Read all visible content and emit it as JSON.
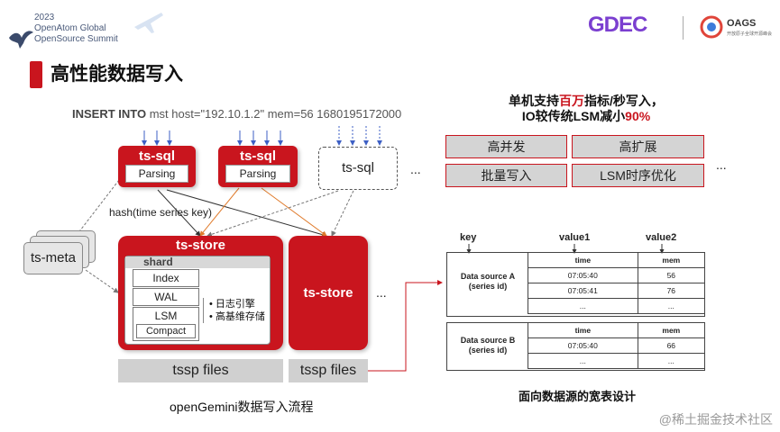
{
  "header": {
    "event_line1": "2023",
    "event_line2": "OpenAtom Global",
    "event_line3": "OpenSource Summit",
    "gdec_logo": "GDEC",
    "oags_logo": "OAGS",
    "oags_sub": "开放原子全球开源峰会"
  },
  "slide": {
    "title": "高性能数据写入",
    "insert_keyword": "INSERT INTO",
    "insert_rest": " mst host=\"192.10.1.2\" mem=56 1680195172000",
    "ts_sql_1": "ts-sql",
    "ts_sql_2": "ts-sql",
    "ts_sql_3": "ts-sql",
    "parsing": "Parsing",
    "ellipsis": "...",
    "hash_label": "hash(time series key)",
    "ts_meta": "ts-meta",
    "ts_store_main": "ts-store",
    "shard_label": "shard",
    "index": "Index",
    "wal": "WAL",
    "lsm": "LSM",
    "compact": "Compact",
    "bullet1": "• 日志引擎",
    "bullet2": "• 高基维存储",
    "ts_store_2": "ts-store",
    "tssp_files": "tssp files",
    "flow_caption": "openGemini数据写入流程"
  },
  "features": {
    "headline_pre": "单机支持",
    "headline_hl": "百万",
    "headline_post": "指标/秒写入，",
    "headline2_pre": "IO较传统LSM减小",
    "headline2_hl": "90%",
    "items": [
      "高并发",
      "高扩展",
      "批量写入",
      "LSM时序优化"
    ],
    "ellipsis": "..."
  },
  "table": {
    "key": "key",
    "value1": "value1",
    "value2": "value2",
    "source_a": "Data source A",
    "source_a_sub": "(series id)",
    "source_b": "Data source B",
    "source_b_sub": "(series id)",
    "col_time": "time",
    "col_mem": "mem",
    "a_rows": [
      [
        "07:05:40",
        "56"
      ],
      [
        "07:05:41",
        "76"
      ],
      [
        "...",
        "..."
      ]
    ],
    "b_rows": [
      [
        "07:05:40",
        "66"
      ],
      [
        "...",
        "..."
      ]
    ],
    "caption": "面向数据源的宽表设计"
  },
  "watermark": "@稀土掘金技术社区",
  "colors": {
    "accent": "#c9151e"
  }
}
